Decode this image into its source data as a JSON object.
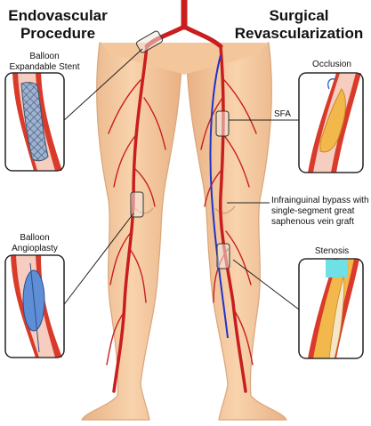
{
  "titles": {
    "left_line1": "Endovascular",
    "left_line2": "Procedure",
    "right_line1": "Surgical",
    "right_line2": "Revascularization"
  },
  "labels": {
    "stent_1": "Balloon",
    "stent_2": "Expandable Stent",
    "angio_1": "Balloon",
    "angio_2": "Angioplasty",
    "occlusion": "Occlusion",
    "sfa": "SFA",
    "bypass_1": "Infrainguinal bypass with",
    "bypass_2": "single-segment great",
    "bypass_3": "saphenous vein graft",
    "stenosis": "Stenosis"
  },
  "colors": {
    "skin": "#f5c9a0",
    "skin_edge": "#d9a57a",
    "artery": "#c81e1e",
    "vein_graft": "#1f33c9",
    "stent": "#7f95b5",
    "balloon": "#5e8fd6",
    "plaque": "#f2b84b",
    "stenosis_fluid": "#6fe0e6"
  }
}
